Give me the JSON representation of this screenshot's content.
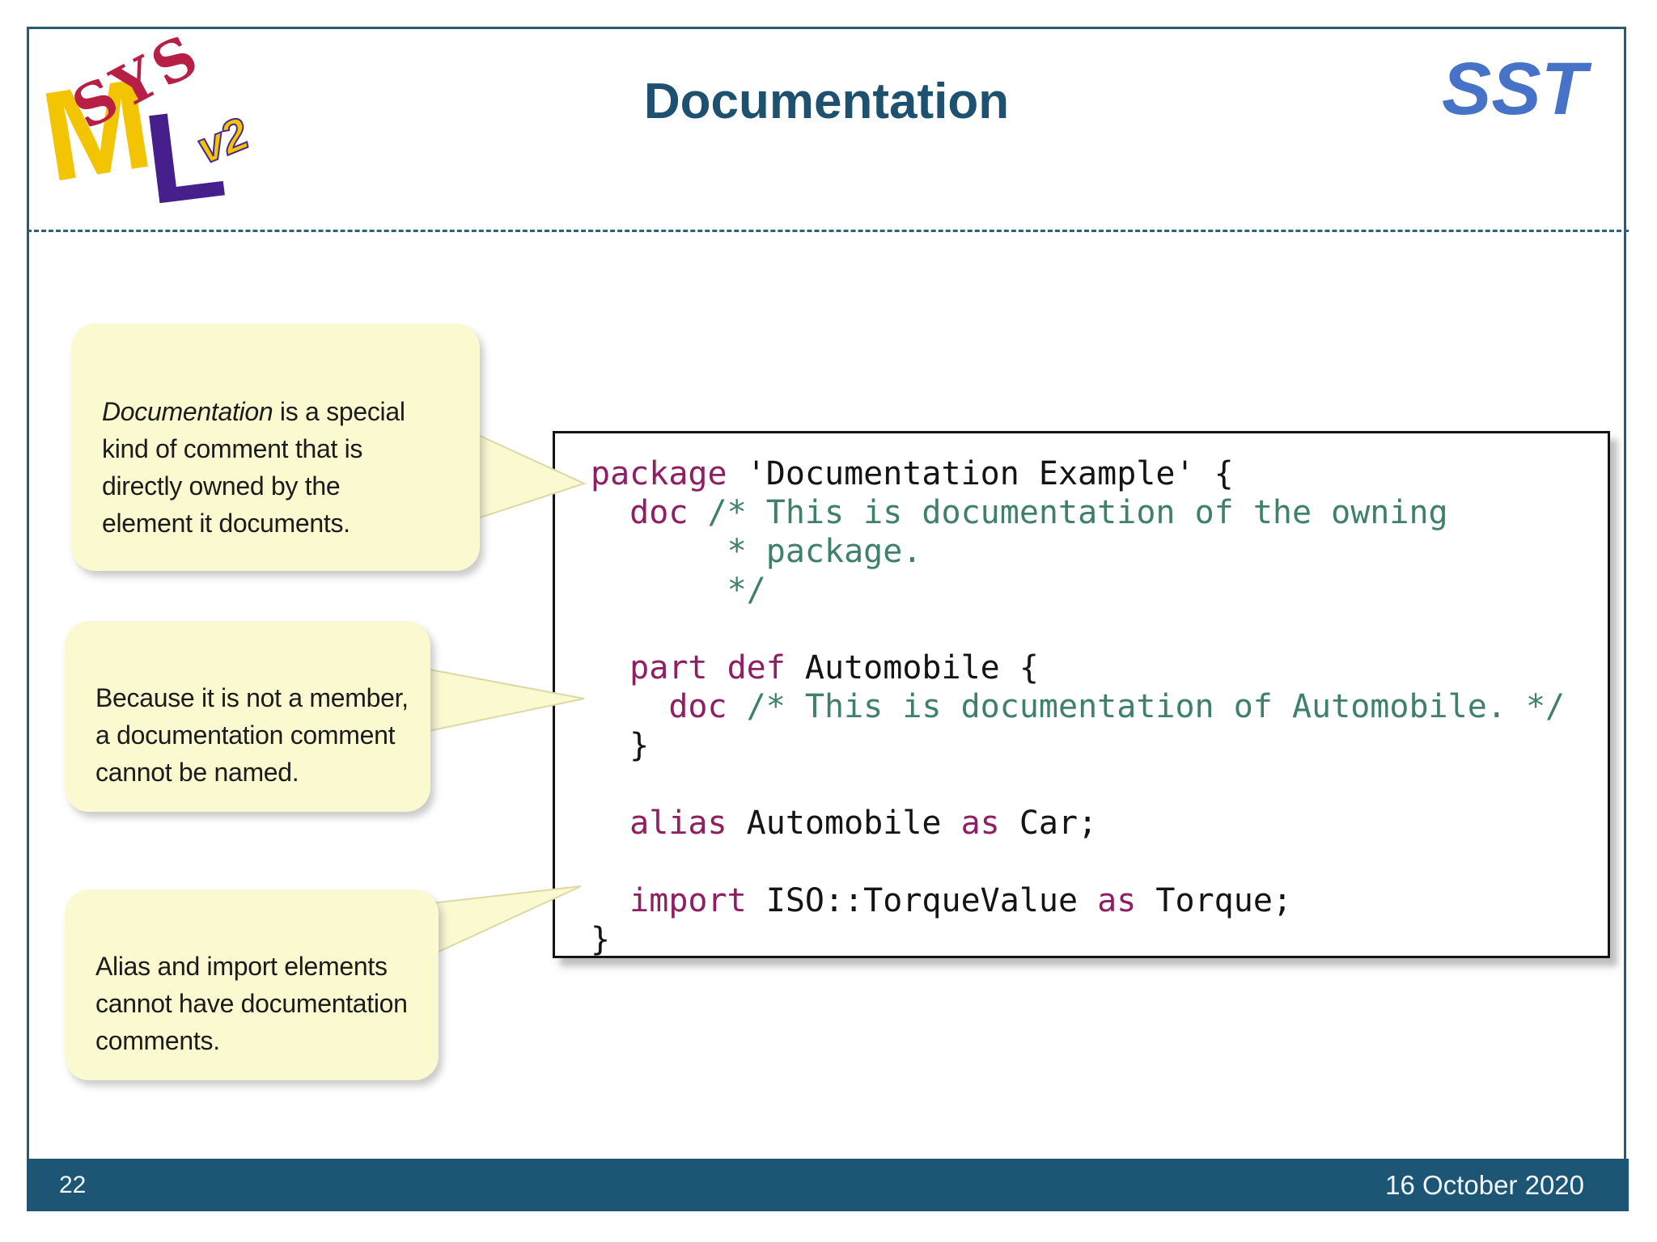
{
  "header": {
    "title": "Documentation",
    "watermark": "SST",
    "logo": {
      "sys": "SYS",
      "m": "M",
      "l": "L",
      "version": "v2"
    }
  },
  "callouts": [
    {
      "lead_italic": "Documentation",
      "text": " is a special\nkind of comment that is\ndirectly owned by the\nelement it documents."
    },
    {
      "lead_italic": "",
      "text": "Because it is not a member,\na documentation comment\ncannot be named."
    },
    {
      "lead_italic": "",
      "text": "Alias and import elements\ncannot have documentation\ncomments."
    }
  ],
  "code": {
    "lines": [
      [
        {
          "t": "k",
          "s": "package"
        },
        {
          "t": "p",
          "s": " 'Documentation Example' {"
        }
      ],
      [
        {
          "t": "p",
          "s": "  "
        },
        {
          "t": "k",
          "s": "doc"
        },
        {
          "t": "p",
          "s": " "
        },
        {
          "t": "c",
          "s": "/* This is documentation of the owning"
        }
      ],
      [
        {
          "t": "c",
          "s": "       * package."
        }
      ],
      [
        {
          "t": "c",
          "s": "       */"
        }
      ],
      [],
      [
        {
          "t": "p",
          "s": "  "
        },
        {
          "t": "k",
          "s": "part def"
        },
        {
          "t": "p",
          "s": " Automobile {"
        }
      ],
      [
        {
          "t": "p",
          "s": "    "
        },
        {
          "t": "k",
          "s": "doc"
        },
        {
          "t": "p",
          "s": " "
        },
        {
          "t": "c",
          "s": "/* This is documentation of Automobile. */"
        }
      ],
      [
        {
          "t": "p",
          "s": "  }"
        }
      ],
      [],
      [
        {
          "t": "p",
          "s": "  "
        },
        {
          "t": "k",
          "s": "alias"
        },
        {
          "t": "p",
          "s": " Automobile "
        },
        {
          "t": "k",
          "s": "as"
        },
        {
          "t": "p",
          "s": " Car;"
        }
      ],
      [],
      [
        {
          "t": "p",
          "s": "  "
        },
        {
          "t": "k",
          "s": "import"
        },
        {
          "t": "p",
          "s": " ISO::TorqueValue "
        },
        {
          "t": "k",
          "s": "as"
        },
        {
          "t": "p",
          "s": " Torque;"
        }
      ],
      [
        {
          "t": "p",
          "s": "}"
        }
      ]
    ]
  },
  "footer": {
    "page_number": "22",
    "date": "16 October 2020"
  },
  "colors": {
    "title": "#1e5170",
    "watermark_blue": "#4673c8",
    "code_keyword": "#8f1f62",
    "code_comment": "#3f7f6e",
    "code_text": "#141414",
    "callout_bg": "#fbf9d0",
    "footer_bg": "#1d5674",
    "slide_border": "#2b5a77",
    "logo_red": "#b71f45",
    "logo_yellow": "#f3c402",
    "logo_purple": "#471f8d"
  }
}
